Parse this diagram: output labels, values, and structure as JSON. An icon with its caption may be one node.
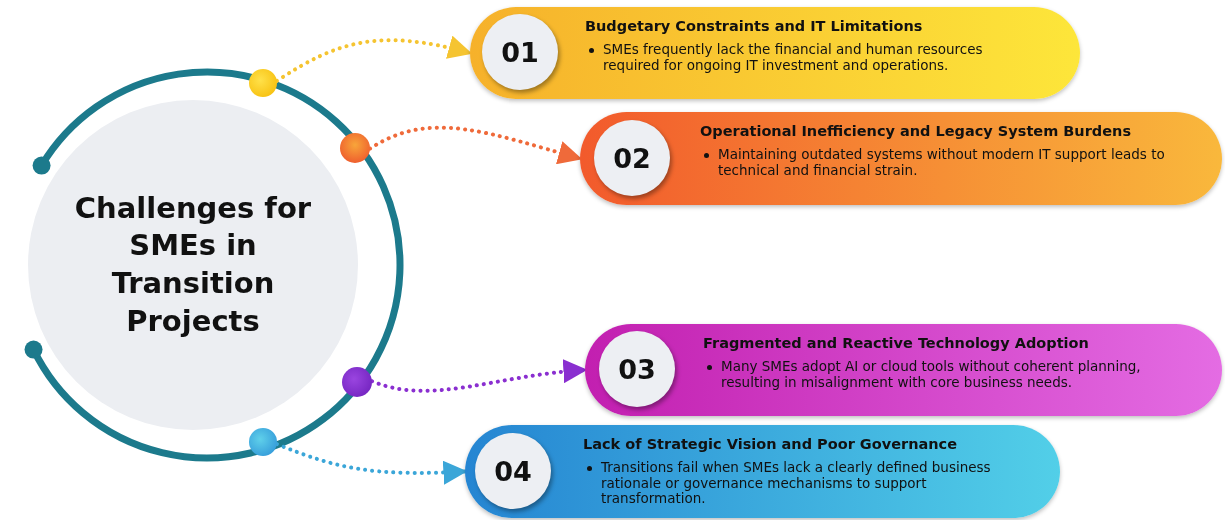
{
  "diagram": {
    "nodes": [
      {
        "text": [
          "Challenges for SMEs in Transition Projects"
        ]
      },
      {
        "text": [],
        "shape": "circle"
      },
      {
        "text": [],
        "shape": "circle"
      },
      {
        "text": [],
        "shape": "circle"
      },
      {
        "text": [],
        "shape": "circle"
      },
      {
        "text": [
          "Budgetary Constraints and IT Limitations",
          "SMEs frequently lack the financial and human resources required for ongoing IT investment and operations."
        ]
      },
      {
        "text": [
          "01"
        ],
        "in": 5
      },
      {
        "text": [
          "Operational Inefficiency and Legacy System Burdens",
          "Maintaining outdated systems without modern IT support leads to technical and financial strain."
        ]
      },
      {
        "text": [
          "02"
        ],
        "in": 7
      },
      {
        "text": [
          "Fragmented and Reactive Technology Adoption",
          "Many SMEs adopt AI or cloud tools without coherent planning, resulting in misalignment with core business needs."
        ]
      },
      {
        "text": [
          "03"
        ],
        "in": 9
      },
      {
        "text": [
          "Lack of Strategic Vision and Poor Governance",
          "Transitions fail when SMEs lack a clearly defined business rationale or governance mechanisms to support transformation."
        ]
      },
      {
        "text": [
          "04"
        ],
        "in": 11
      }
    ],
    "edges": [
      {
        "from": 1,
        "to": 5,
        "arrow": "to",
        "style": "dashed",
        "color": "#f5c431"
      },
      {
        "from": 2,
        "to": 7,
        "arrow": "to",
        "style": "dashed",
        "color": "#ef6a3a"
      },
      {
        "from": 3,
        "to": 9,
        "arrow": "to",
        "style": "dashed",
        "color": "#8a2fd0"
      },
      {
        "from": 4,
        "to": 11,
        "arrow": "to",
        "style": "dashed",
        "color": "#3ba6d8"
      }
    ]
  }
}
